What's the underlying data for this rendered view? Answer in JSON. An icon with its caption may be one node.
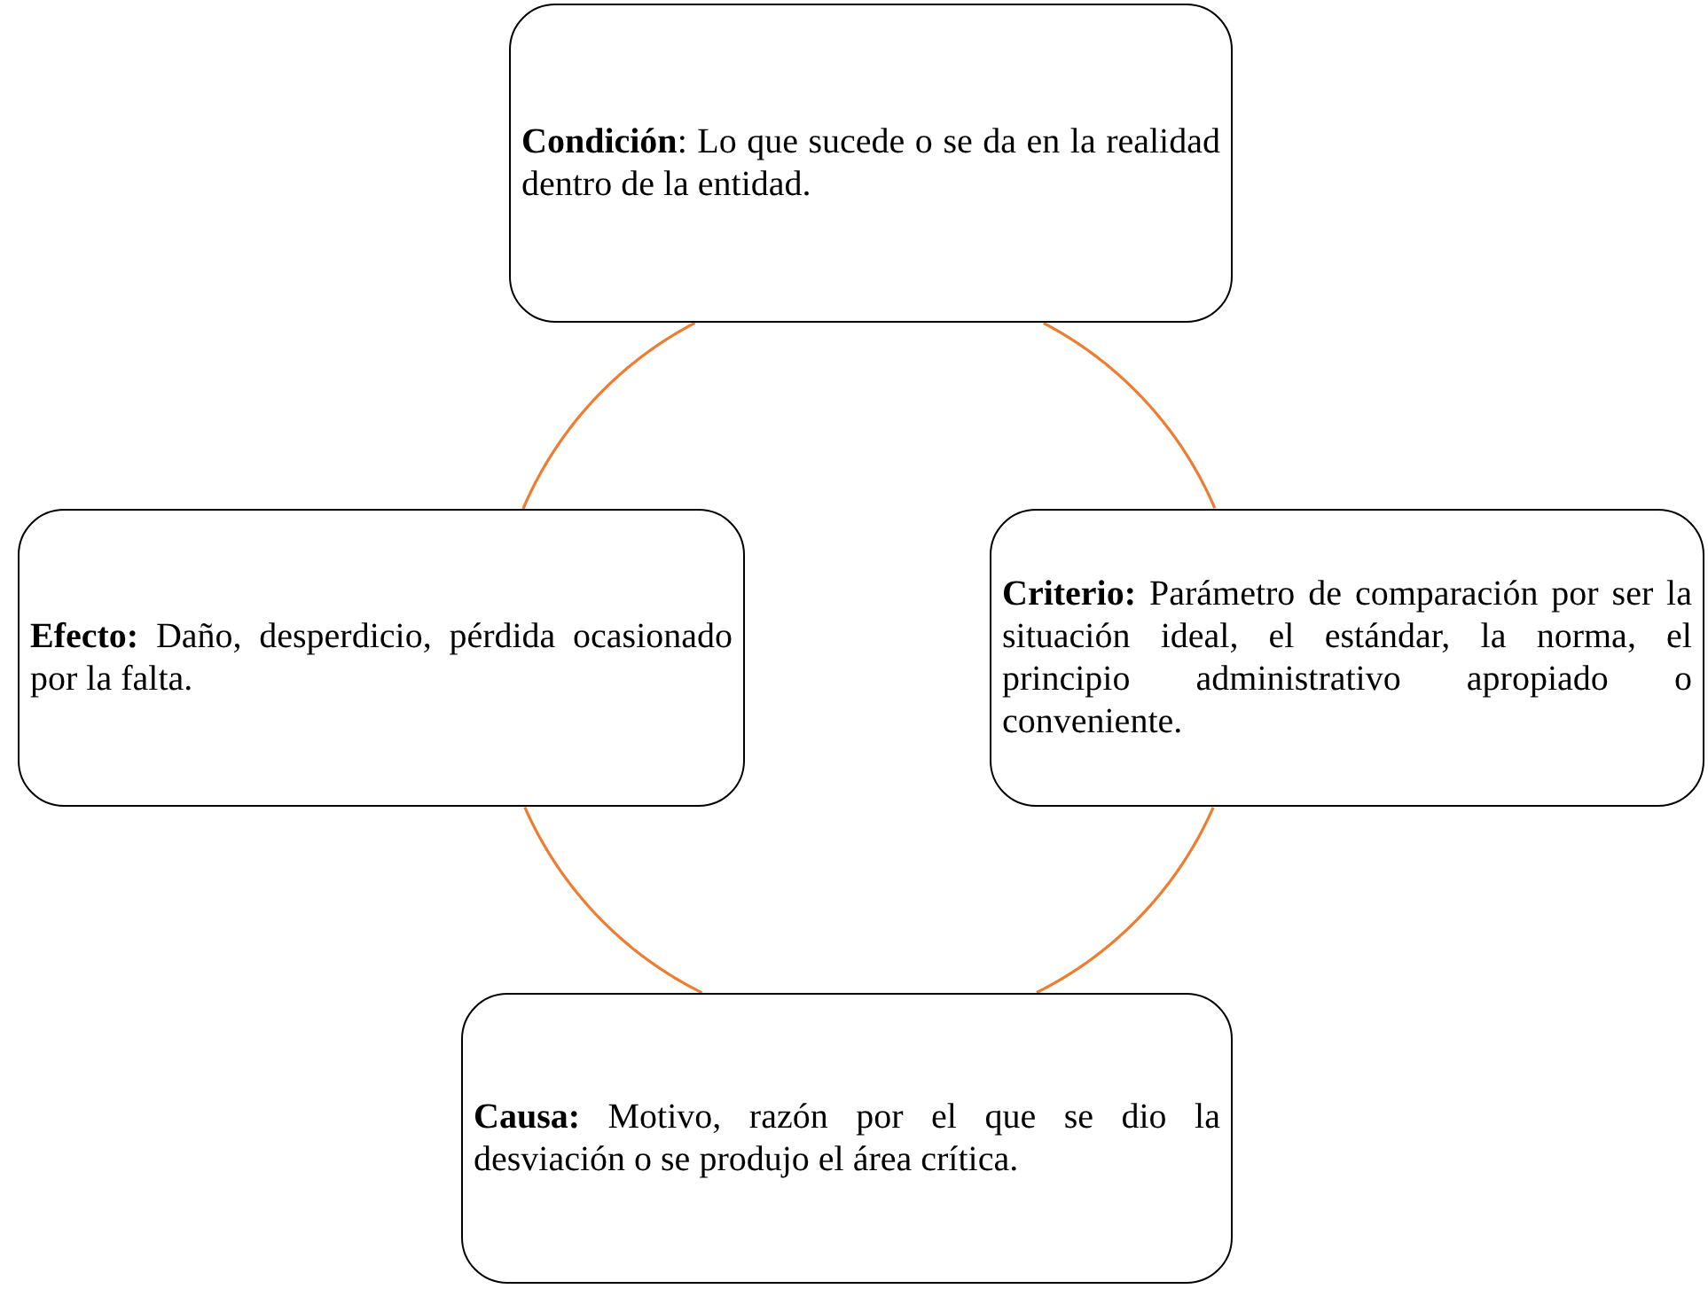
{
  "diagram": {
    "nodes": [
      {
        "text": [
          "**Condición**: Lo que sucede o se da en la realidad dentro de la entidad."
        ]
      },
      {
        "text": [
          "**Efecto:** Daño, desperdicio, pérdida ocasionado por la falta."
        ]
      },
      {
        "text": [
          "**Criterio:** Parámetro de comparación por ser la situación ideal, el estándar, la norma, el principio administrativo apropiado o conveniente."
        ]
      },
      {
        "text": [
          "**Causa:** Motivo, razón por el que se dio la desviación o se produjo el área crítica."
        ]
      }
    ],
    "edges": [
      {
        "from": 0,
        "to": 2,
        "arrow": "none"
      },
      {
        "from": 2,
        "to": 3,
        "arrow": "none"
      },
      {
        "from": 3,
        "to": 1,
        "arrow": "none"
      },
      {
        "from": 1,
        "to": 0,
        "arrow": "none"
      }
    ]
  }
}
